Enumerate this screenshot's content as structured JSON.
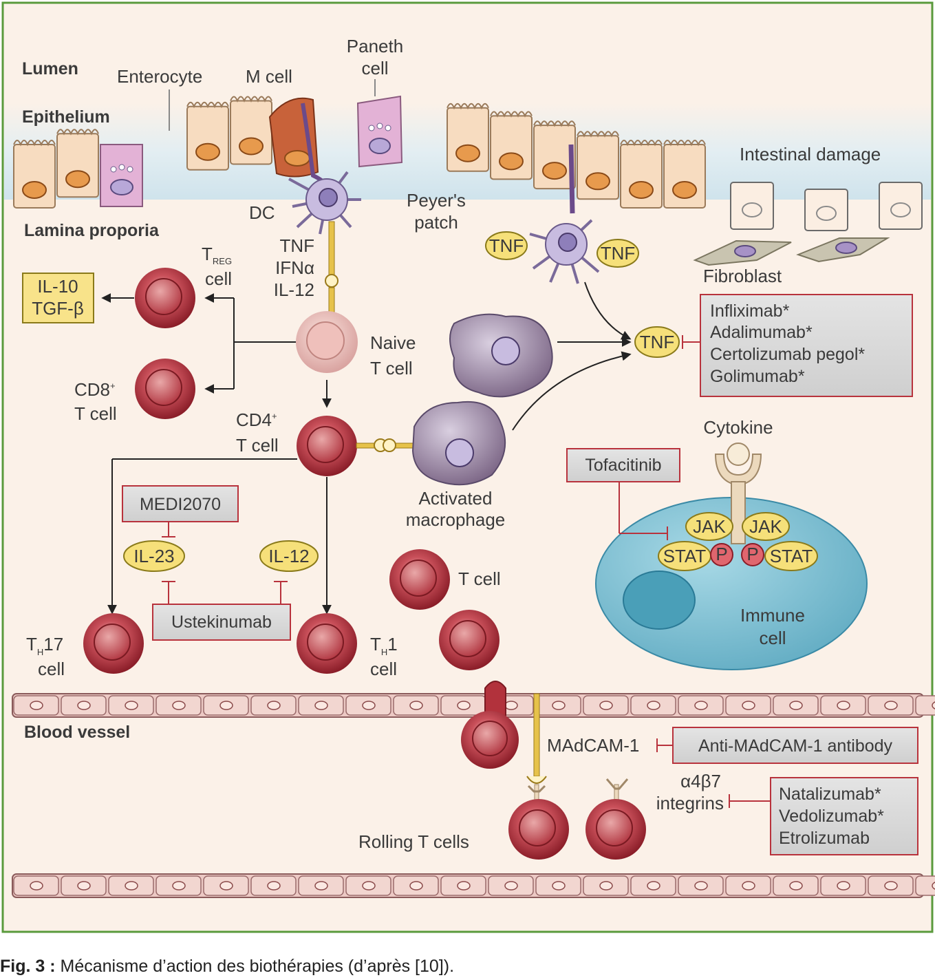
{
  "labels": {
    "lumen": "Lumen",
    "enterocyte": "Enterocyte",
    "m_cell": "M cell",
    "paneth_1": "Paneth",
    "paneth_2": "cell",
    "epithelium": "Epithelium",
    "intestinal_damage": "Intestinal damage",
    "dc": "DC",
    "peyers_1": "Peyer's",
    "peyers_2": "patch",
    "lamina_propria": "Lamina proporia",
    "treg_t": "T",
    "treg_sub": "REG",
    "treg_cell": "cell",
    "signal_1": "TNF",
    "signal_2": "IFNα",
    "signal_3": "IL-12",
    "fibroblast": "Fibroblast",
    "il10": "IL-10",
    "tgfb": "TGF-β",
    "naive_1": "Naive",
    "naive_2": "T cell",
    "cd8_1": "CD8",
    "cd8_sup": "+",
    "cd8_2": "T cell",
    "cd4_1": "CD4",
    "cd4_sup": "+",
    "cd4_2": "T cell",
    "cytokine": "Cytokine",
    "activated_1": "Activated",
    "activated_2": "macrophage",
    "il23": "IL-23",
    "il12": "IL-12",
    "t_cell": "T cell",
    "jak": "JAK",
    "stat": "STAT",
    "p": "P",
    "immune_1": "Immune",
    "immune_2": "cell",
    "th17_t": "T",
    "th17_sub": "H",
    "th17_num": "17",
    "th17_cell": "cell",
    "th1_t": "T",
    "th1_sub": "H",
    "th1_num": "1",
    "th1_cell": "cell",
    "blood_vessel": "Blood vessel",
    "madcam": "MAdCAM-1",
    "integrins_1": "α4β7",
    "integrins_2": "integrins",
    "rolling": "Rolling T cells",
    "tnf": "TNF"
  },
  "drugs": {
    "tnf_inhibitors": [
      "Infliximab*",
      "Adalimumab*",
      "Certolizumab pegol*",
      "Golimumab*"
    ],
    "tofacitinib": "Tofacitinib",
    "medi2070": "MEDI2070",
    "ustekinumab": "Ustekinumab",
    "anti_madcam": "Anti-MAdCAM-1 antibody",
    "integrin_inhibitors": [
      "Natalizumab*",
      "Vedolizumab*",
      "Etrolizumab"
    ]
  },
  "caption": {
    "prefix": "Fig. 3 :",
    "text": " Mécanisme d’action des biothérapies (d’après [10])."
  },
  "colors": {
    "frame": "#5a9a3c",
    "background": "#fbf1e8",
    "lumen": "#d4e6ee",
    "inhibitor_line": "#b8323c",
    "arrow": "#222222",
    "cytokine_fill": "#f6e07a",
    "t_cell": "#b2323c",
    "macrophage": "#8e7a96",
    "immune_cell": "#7fbfd3"
  }
}
